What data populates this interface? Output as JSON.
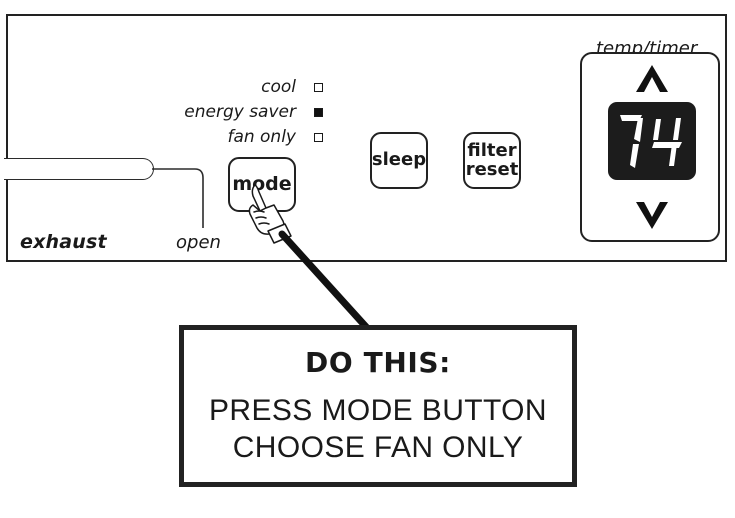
{
  "colors": {
    "ink": "#1a1a1a",
    "panel_border": "#222222",
    "display_background": "#1c1c1c",
    "display_segment": "#ffffff",
    "page_background": "#ffffff"
  },
  "control_panel": {
    "exhaust": {
      "label": "exhaust",
      "position_label": "open",
      "slider_icon": "horizontal-slider-track",
      "leader_icon": "curved-leader-line"
    },
    "mode_indicators": [
      {
        "label": "cool",
        "selected": false,
        "indicator_icon": "square-outline-icon"
      },
      {
        "label": "energy saver",
        "selected": true,
        "indicator_icon": "square-filled-icon"
      },
      {
        "label": "fan only",
        "selected": false,
        "indicator_icon": "square-outline-icon"
      }
    ],
    "buttons": {
      "mode": "mode",
      "sleep": "sleep",
      "filter_reset_line1": "filter",
      "filter_reset_line2": "reset"
    },
    "temp_timer": {
      "label": "temp/timer",
      "up_icon": "chevron-up-icon",
      "down_icon": "chevron-down-icon",
      "display_value": "74",
      "display_style": "seven-segment"
    }
  },
  "annotation": {
    "hand_icon": "pointing-hand-icon",
    "leader_icon": "callout-leader-line",
    "callout": {
      "heading": "DO THIS:",
      "lines": [
        "PRESS MODE BUTTON",
        "CHOOSE FAN ONLY"
      ]
    }
  }
}
